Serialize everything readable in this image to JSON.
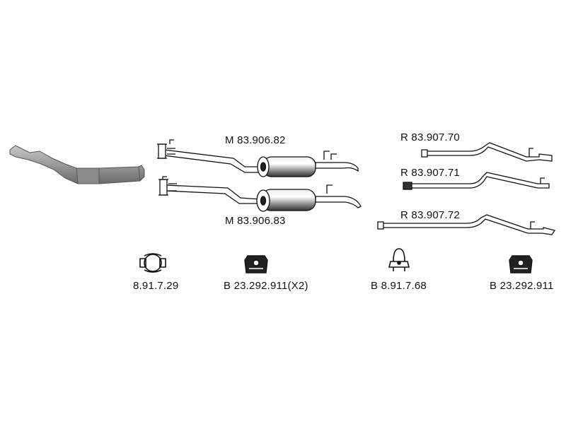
{
  "parts": {
    "middle_upper": {
      "code": "M 83.906.82"
    },
    "middle_lower": {
      "code": "M 83.906.83"
    },
    "rear_1": {
      "code": "R 83.907.70"
    },
    "rear_2": {
      "code": "R 83.907.71"
    },
    "rear_3": {
      "code": "R 83.907.72"
    },
    "clamp_1": {
      "code": "8.91.7.29"
    },
    "mount_1": {
      "code": "B 23.292.911(X2)"
    },
    "clamp_2": {
      "code": "B 8.91.7.68"
    },
    "mount_2": {
      "code": "B 23.292.911"
    }
  },
  "colors": {
    "outline": "#111111",
    "catalyst_fill": "#9a9a9a",
    "pipe_fill": "#ffffff",
    "muffler_shade": "#555555"
  },
  "icons": [
    "catalytic-converter-icon",
    "pipe-clamp-icon",
    "rubber-mount-icon",
    "u-bolt-clamp-icon"
  ]
}
